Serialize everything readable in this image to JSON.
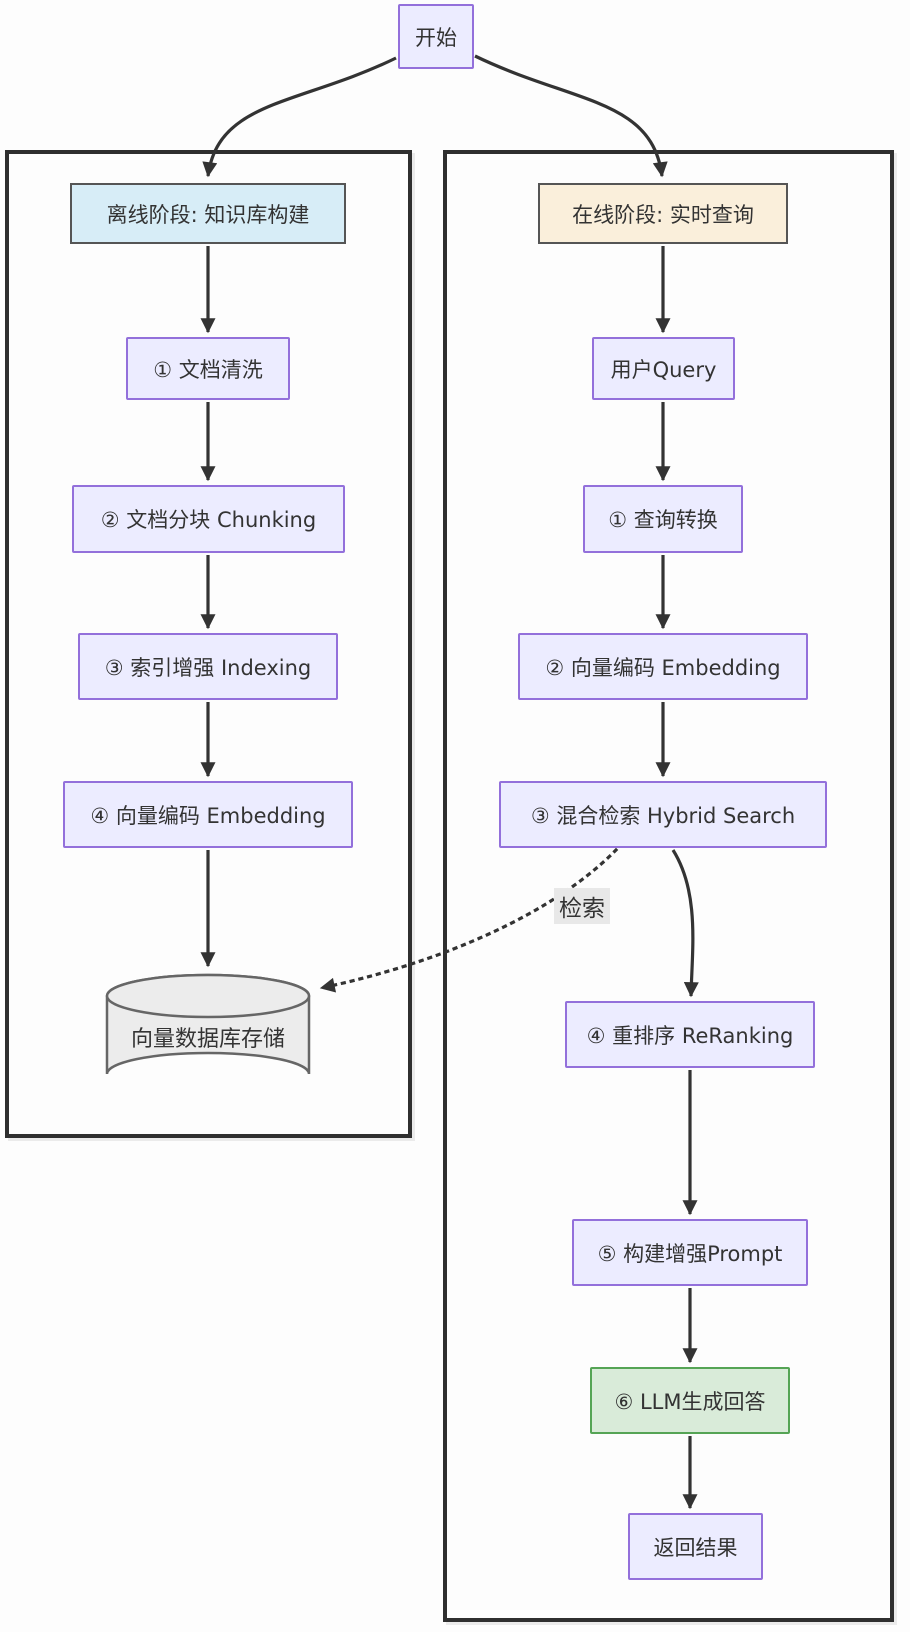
{
  "diagram": {
    "start": {
      "label": "开始"
    },
    "offline": {
      "title": "离线阶段: 知识库构建",
      "steps": [
        "① 文档清洗",
        "② 文档分块 Chunking",
        "③ 索引增强 Indexing",
        "④ 向量编码 Embedding"
      ],
      "database_label": "向量数据库存储"
    },
    "online": {
      "title": "在线阶段: 实时查询",
      "steps": [
        "用户Query",
        "① 查询转换",
        "② 向量编码 Embedding",
        "③ 混合检索 Hybrid Search",
        "④ 重排序 ReRanking",
        "⑤ 构建增强Prompt",
        "⑥ LLM生成回答",
        "返回结果"
      ]
    },
    "edge_labels": {
      "retrieval": "检索"
    },
    "colors": {
      "node_fill": "#ECECFF",
      "node_border": "#9370DB",
      "offline_header_fill": "#D7EDF7",
      "online_header_fill": "#FAEFDB",
      "header_border": "#555555",
      "llm_node_fill": "#D9EBD9",
      "llm_node_border": "#55A455",
      "database_fill": "#ECECEC",
      "database_border": "#666666",
      "subgraph_border": "#2F2F2F",
      "edge_color": "#333333",
      "text_color": "#333333"
    }
  }
}
